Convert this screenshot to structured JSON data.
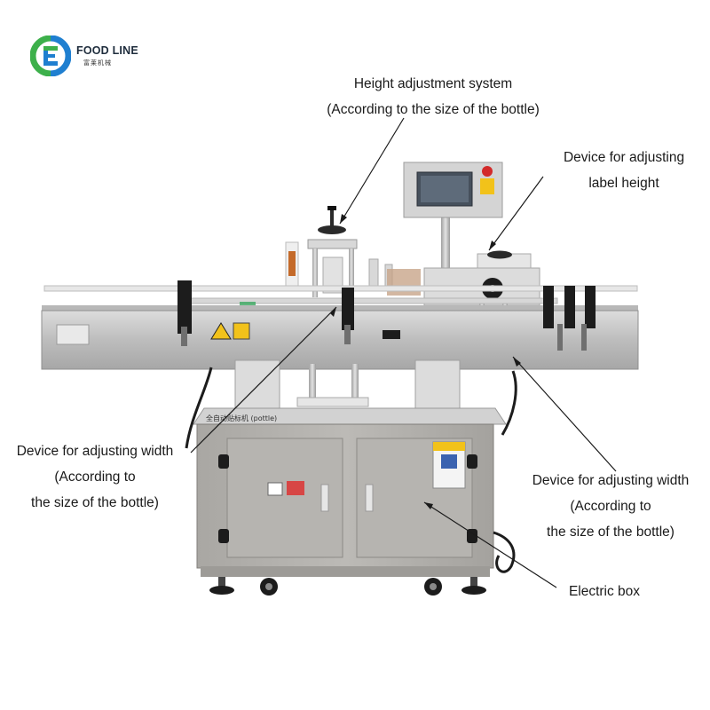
{
  "brand": {
    "name": "FOOD LINE",
    "subtitle": "富莱机械",
    "colors": {
      "green": "#3db04b",
      "blue": "#1f7fd0"
    }
  },
  "callouts": [
    {
      "id": "height-adjustment",
      "lines": [
        "Height adjustment system",
        "(According to the size of the bottle)"
      ]
    },
    {
      "id": "label-height",
      "lines": [
        "Device for adjusting",
        "label height"
      ]
    },
    {
      "id": "width-left",
      "lines": [
        "Device for adjusting width",
        "(According to",
        "the size of the bottle)"
      ]
    },
    {
      "id": "width-right",
      "lines": [
        "Device for adjusting width",
        "(According to",
        "the size of the bottle)"
      ]
    },
    {
      "id": "electric-box",
      "lines": [
        "Electric box"
      ]
    }
  ],
  "machine": {
    "nameplate": "全自动贴标机 (pottle)",
    "colors": {
      "steel": "#c9c9c9",
      "steel_dark": "#9e9e9e",
      "cabinet": "#b3b1ad",
      "black": "#1c1c1c",
      "warning": "#f2c21a",
      "estop": "#d22a2a"
    }
  }
}
